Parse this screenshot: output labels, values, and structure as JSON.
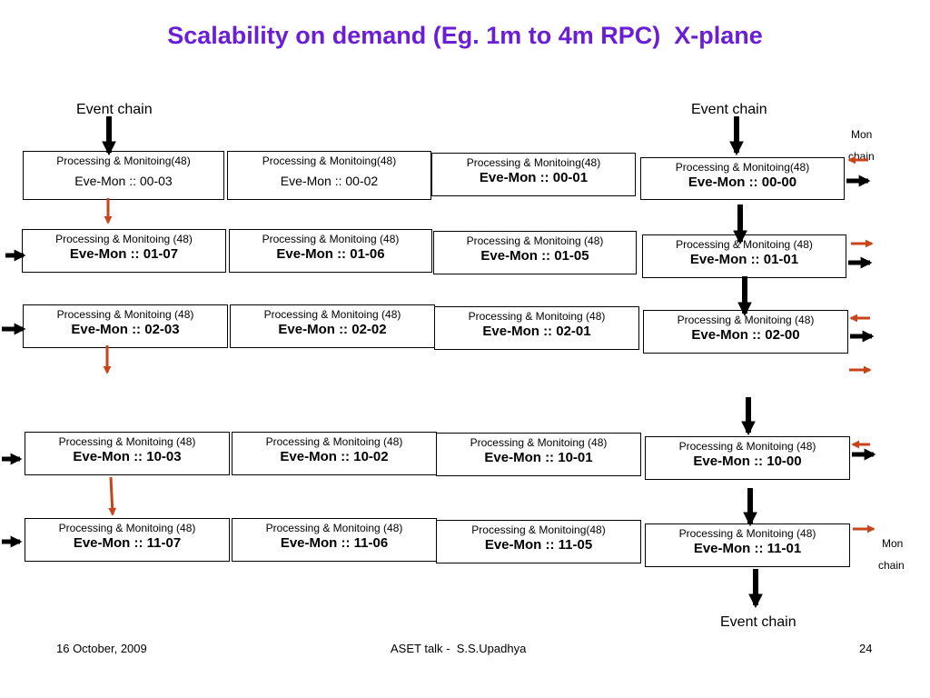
{
  "title": "Scalability on demand (Eg. 1m to 4m RPC)  X-plane",
  "labels": {
    "event_chain": "Event chain",
    "mon": "Mon",
    "chain": "chain"
  },
  "node_header": {
    "compact": "Processing & Monitoing(48)",
    "spaced": "Processing & Monitoing (48)"
  },
  "rows": [
    [
      "Eve-Mon :: 00-03",
      "Eve-Mon :: 00-02",
      "Eve-Mon :: 00-01",
      "Eve-Mon :: 00-00"
    ],
    [
      "Eve-Mon :: 01-07",
      "Eve-Mon :: 01-06",
      "Eve-Mon :: 01-05",
      "Eve-Mon :: 01-01"
    ],
    [
      "Eve-Mon :: 02-03",
      "Eve-Mon :: 02-02",
      "Eve-Mon :: 02-01",
      "Eve-Mon :: 02-00"
    ],
    [
      "Eve-Mon :: 10-03",
      "Eve-Mon :: 10-02",
      "Eve-Mon :: 10-01",
      "Eve-Mon :: 10-00"
    ],
    [
      "Eve-Mon :: 11-07",
      "Eve-Mon :: 11-06",
      "Eve-Mon :: 11-05",
      "Eve-Mon :: 11-01"
    ]
  ],
  "footer": {
    "date": "16 October, 2009",
    "talk": "ASET talk -  S.S.Upadhya",
    "page": "24"
  },
  "colors": {
    "title": "#6a1fd6",
    "event_arrow": "#000000",
    "mon_arrow": "#c8441a"
  }
}
